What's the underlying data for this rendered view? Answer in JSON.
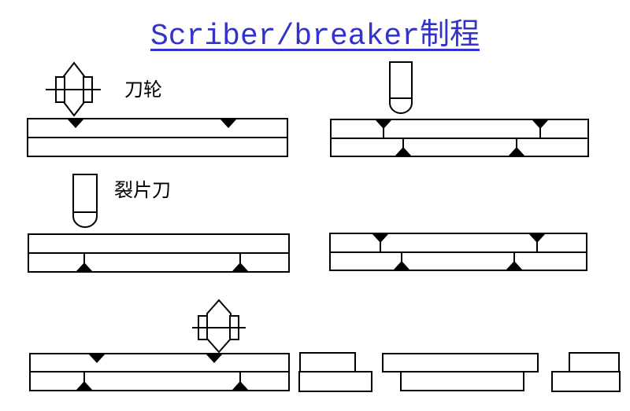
{
  "title": {
    "text": "Scriber/breaker制程"
  },
  "labels": {
    "scriber_wheel": "刀轮",
    "breaker_blade": "裂片刀"
  },
  "colors": {
    "title": "#3333CC",
    "line": "#000000",
    "notch_fill": "#000000",
    "background": "#FFFFFF"
  },
  "icons": {
    "scriber_wheel": "scriber-wheel-icon",
    "breaker_blade": "breaker-blade-icon"
  }
}
